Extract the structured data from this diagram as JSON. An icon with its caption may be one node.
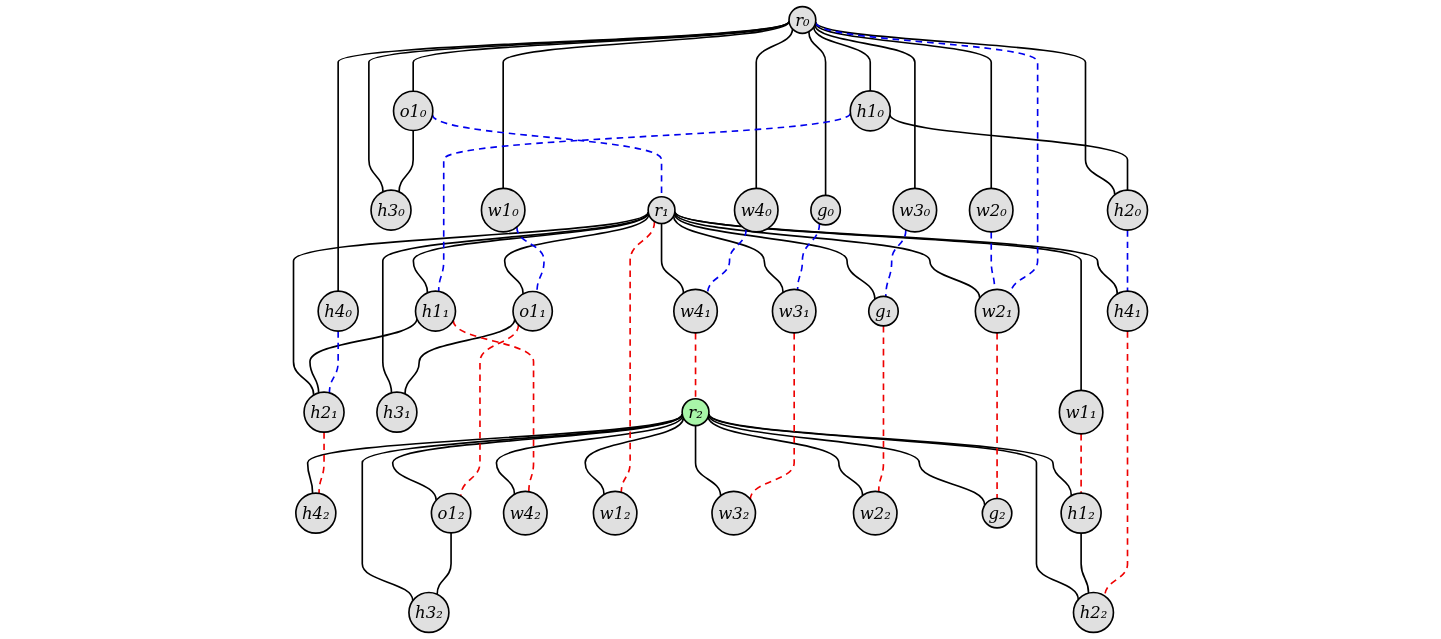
{
  "diagram": {
    "nodes": [
      {
        "text": [
          "g₀"
        ]
      },
      {
        "text": [
          "w2₀"
        ]
      },
      {
        "text": [
          "w3₀"
        ]
      },
      {
        "text": [
          "w1₀"
        ]
      },
      {
        "text": [
          "r₀"
        ]
      },
      {
        "text": [
          "w4₀"
        ]
      },
      {
        "text": [
          "h1₀"
        ]
      },
      {
        "text": [
          "o1₀"
        ]
      },
      {
        "text": [
          "h2₀"
        ]
      },
      {
        "text": [
          "h3₀"
        ]
      },
      {
        "text": [
          "h4₀"
        ]
      },
      {
        "text": [
          "g₁"
        ]
      },
      {
        "text": [
          "w2₁"
        ]
      },
      {
        "text": [
          "w3₁"
        ]
      },
      {
        "text": [
          "w1₁"
        ]
      },
      {
        "text": [
          "r₁"
        ]
      },
      {
        "text": [
          "w4₁"
        ]
      },
      {
        "text": [
          "h1₁"
        ]
      },
      {
        "text": [
          "o1₁"
        ]
      },
      {
        "text": [
          "h2₁"
        ]
      },
      {
        "text": [
          "h3₁"
        ]
      },
      {
        "text": [
          "h4₁"
        ]
      },
      {
        "text": [
          "g₂"
        ]
      },
      {
        "text": [
          "w2₂"
        ]
      },
      {
        "text": [
          "w3₂"
        ]
      },
      {
        "text": [
          "w1₂"
        ]
      },
      {
        "text": [
          "r₂"
        ]
      },
      {
        "text": [
          "w4₂"
        ]
      },
      {
        "text": [
          "h1₂"
        ]
      },
      {
        "text": [
          "o1₂"
        ]
      },
      {
        "text": [
          "h2₂"
        ]
      },
      {
        "text": [
          "h3₂"
        ]
      },
      {
        "text": [
          "h4₂"
        ]
      }
    ],
    "edges": [
      {
        "from": 4,
        "to": 0,
        "arrow": "none"
      },
      {
        "from": 4,
        "to": 1,
        "arrow": "none"
      },
      {
        "from": 4,
        "to": 2,
        "arrow": "none"
      },
      {
        "from": 4,
        "to": 3,
        "arrow": "none"
      },
      {
        "from": 4,
        "to": 5,
        "arrow": "none"
      },
      {
        "from": 4,
        "to": 6,
        "arrow": "none"
      },
      {
        "from": 4,
        "to": 7,
        "arrow": "none"
      },
      {
        "from": 4,
        "to": 8,
        "arrow": "none"
      },
      {
        "from": 4,
        "to": 9,
        "arrow": "none"
      },
      {
        "from": 4,
        "to": 10,
        "arrow": "none"
      },
      {
        "from": 6,
        "to": 8,
        "arrow": "none"
      },
      {
        "from": 7,
        "to": 9,
        "arrow": "none"
      },
      {
        "from": 15,
        "to": 11,
        "arrow": "none"
      },
      {
        "from": 15,
        "to": 12,
        "arrow": "none"
      },
      {
        "from": 15,
        "to": 13,
        "arrow": "none"
      },
      {
        "from": 15,
        "to": 14,
        "arrow": "none"
      },
      {
        "from": 15,
        "to": 16,
        "arrow": "none"
      },
      {
        "from": 15,
        "to": 17,
        "arrow": "none"
      },
      {
        "from": 15,
        "to": 18,
        "arrow": "none"
      },
      {
        "from": 15,
        "to": 19,
        "arrow": "none"
      },
      {
        "from": 15,
        "to": 20,
        "arrow": "none"
      },
      {
        "from": 15,
        "to": 21,
        "arrow": "none"
      },
      {
        "from": 17,
        "to": 19,
        "arrow": "none"
      },
      {
        "from": 18,
        "to": 20,
        "arrow": "none"
      },
      {
        "from": 26,
        "to": 22,
        "arrow": "none"
      },
      {
        "from": 26,
        "to": 23,
        "arrow": "none"
      },
      {
        "from": 26,
        "to": 24,
        "arrow": "none"
      },
      {
        "from": 26,
        "to": 25,
        "arrow": "none"
      },
      {
        "from": 26,
        "to": 27,
        "arrow": "none"
      },
      {
        "from": 26,
        "to": 28,
        "arrow": "none"
      },
      {
        "from": 26,
        "to": 29,
        "arrow": "none"
      },
      {
        "from": 26,
        "to": 30,
        "arrow": "none"
      },
      {
        "from": 26,
        "to": 31,
        "arrow": "none"
      },
      {
        "from": 26,
        "to": 32,
        "arrow": "none"
      },
      {
        "from": 28,
        "to": 30,
        "arrow": "none"
      },
      {
        "from": 29,
        "to": 31,
        "arrow": "none"
      },
      {
        "from": 1,
        "to": 12,
        "arrow": "none",
        "style": "dashed",
        "color": "#0000ee"
      },
      {
        "from": 0,
        "to": 13,
        "arrow": "none",
        "style": "dashed",
        "color": "#0000ee"
      },
      {
        "from": 2,
        "to": 11,
        "arrow": "none",
        "style": "dashed",
        "color": "#0000ee"
      },
      {
        "from": 3,
        "to": 18,
        "arrow": "none",
        "style": "dashed",
        "color": "#0000ee"
      },
      {
        "from": 4,
        "to": 12,
        "arrow": "none",
        "style": "dashed",
        "color": "#0000ee"
      },
      {
        "from": 5,
        "to": 16,
        "arrow": "none",
        "style": "dashed",
        "color": "#0000ee"
      },
      {
        "from": 6,
        "to": 17,
        "arrow": "none",
        "style": "dashed",
        "color": "#0000ee"
      },
      {
        "from": 7,
        "to": 15,
        "arrow": "none",
        "style": "dashed",
        "color": "#0000ee"
      },
      {
        "from": 8,
        "to": 21,
        "arrow": "none",
        "style": "dashed",
        "color": "#0000ee"
      },
      {
        "from": 10,
        "to": 19,
        "arrow": "none",
        "style": "dashed",
        "color": "#0000ee"
      },
      {
        "from": 11,
        "to": 23,
        "arrow": "none",
        "style": "dashed",
        "color": "#ee0000"
      },
      {
        "from": 13,
        "to": 24,
        "arrow": "none",
        "style": "dashed",
        "color": "#ee0000"
      },
      {
        "from": 12,
        "to": 22,
        "arrow": "none",
        "style": "dashed",
        "color": "#ee0000"
      },
      {
        "from": 16,
        "to": 26,
        "arrow": "none",
        "style": "dashed",
        "color": "#ee0000"
      },
      {
        "from": 15,
        "to": 25,
        "arrow": "none",
        "style": "dashed",
        "color": "#ee0000"
      },
      {
        "from": 14,
        "to": 28,
        "arrow": "none",
        "style": "dashed",
        "color": "#ee0000"
      },
      {
        "from": 17,
        "to": 27,
        "arrow": "none",
        "style": "dashed",
        "color": "#ee0000"
      },
      {
        "from": 18,
        "to": 29,
        "arrow": "none",
        "style": "dashed",
        "color": "#ee0000"
      },
      {
        "from": 19,
        "to": 32,
        "arrow": "none",
        "style": "dashed",
        "color": "#ee0000"
      },
      {
        "from": 21,
        "to": 30,
        "arrow": "none",
        "style": "dashed",
        "color": "#ee0000"
      }
    ]
  }
}
